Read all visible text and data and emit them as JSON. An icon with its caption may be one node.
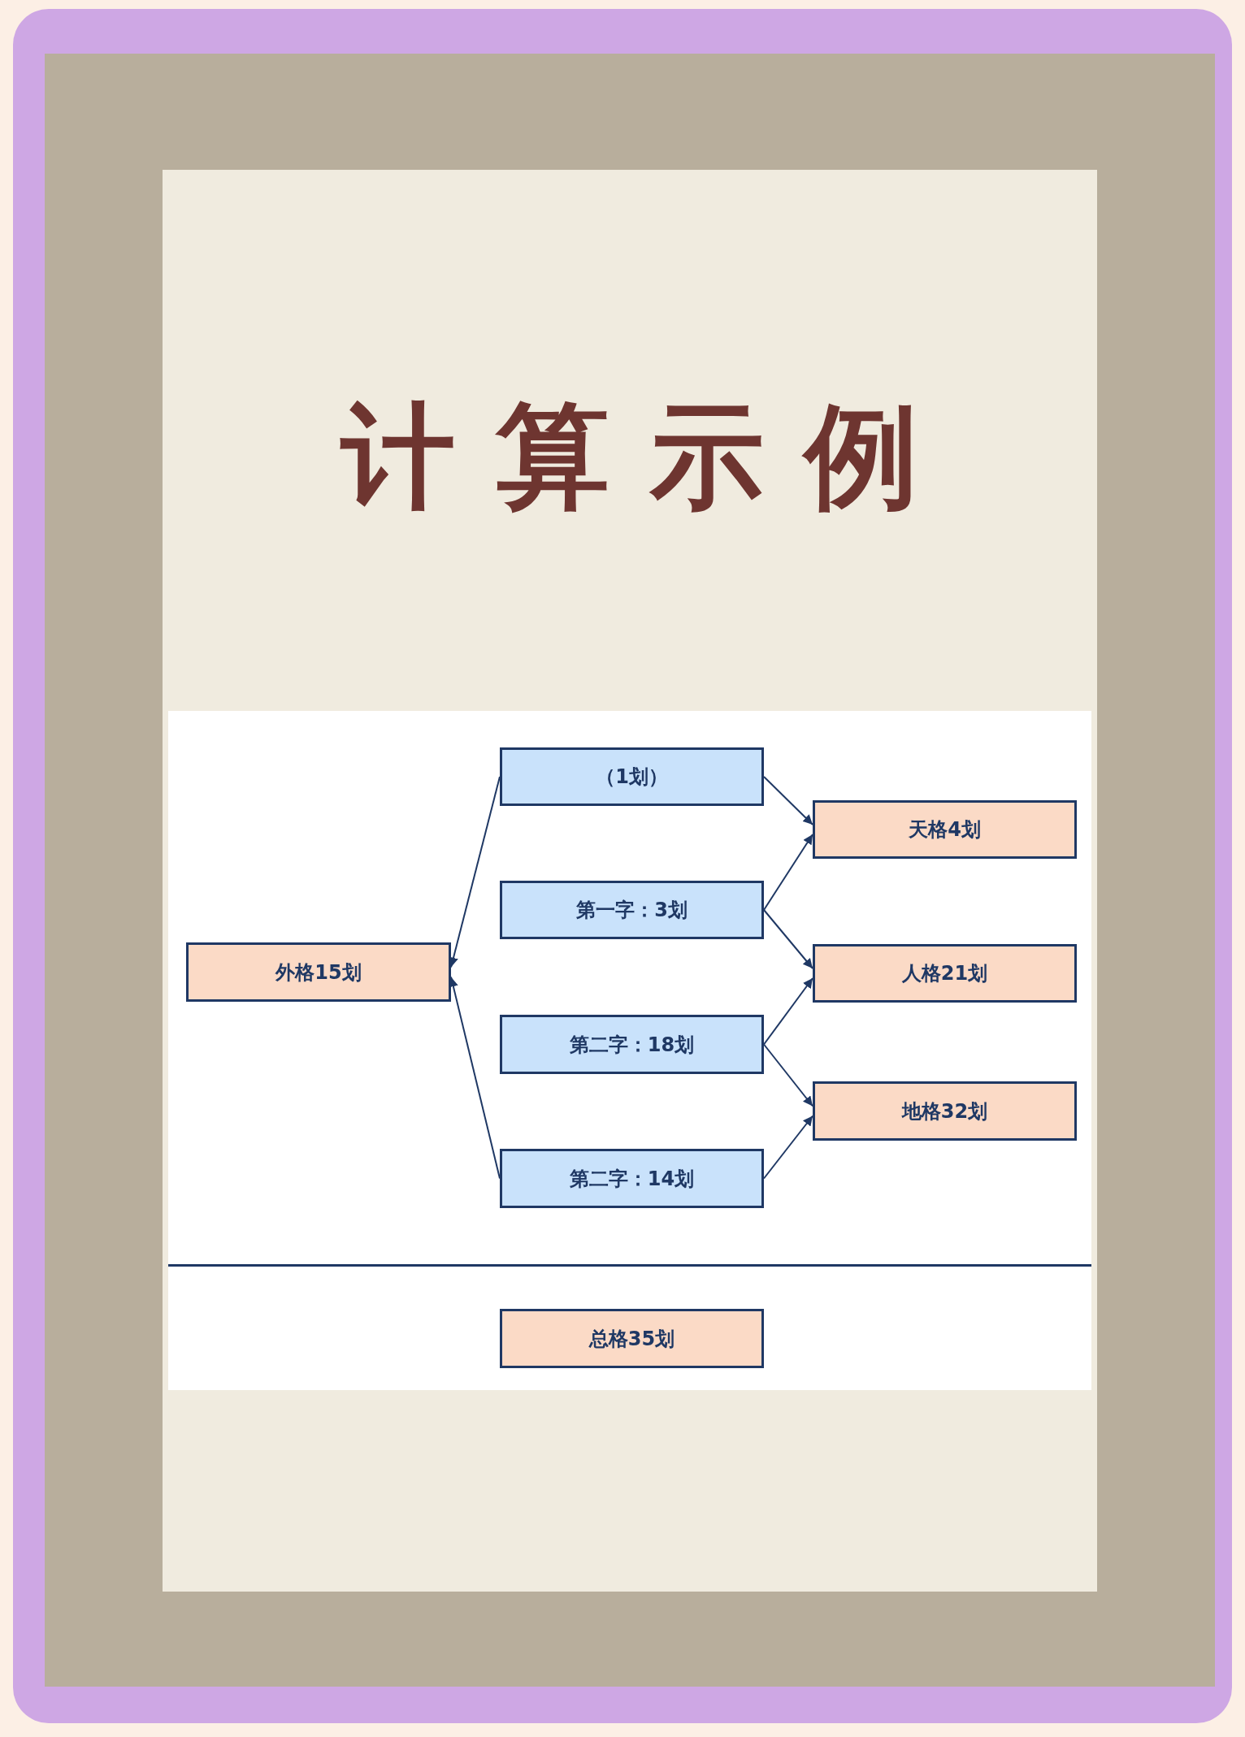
{
  "diagram": {
    "title": "计算示例",
    "nodes": [
      {
        "text": [
          "（1划）"
        ]
      },
      {
        "text": [
          "天格4划"
        ]
      },
      {
        "text": [
          "第一字：3划"
        ]
      },
      {
        "text": [
          "外格15划"
        ]
      },
      {
        "text": [
          "人格21划"
        ]
      },
      {
        "text": [
          "第二字：18划"
        ]
      },
      {
        "text": [
          "地格32划"
        ]
      },
      {
        "text": [
          "第二字：14划"
        ]
      },
      {
        "text": [
          "总格35划"
        ]
      }
    ],
    "edges": [
      {
        "from": 0,
        "to": 3,
        "arrow": "to"
      },
      {
        "from": 7,
        "to": 3,
        "arrow": "to"
      },
      {
        "from": 0,
        "to": 1,
        "arrow": "to"
      },
      {
        "from": 2,
        "to": 1,
        "arrow": "to"
      },
      {
        "from": 2,
        "to": 4,
        "arrow": "to"
      },
      {
        "from": 5,
        "to": 4,
        "arrow": "to"
      },
      {
        "from": 5,
        "to": 6,
        "arrow": "to"
      },
      {
        "from": 7,
        "to": 6,
        "arrow": "to"
      }
    ]
  }
}
